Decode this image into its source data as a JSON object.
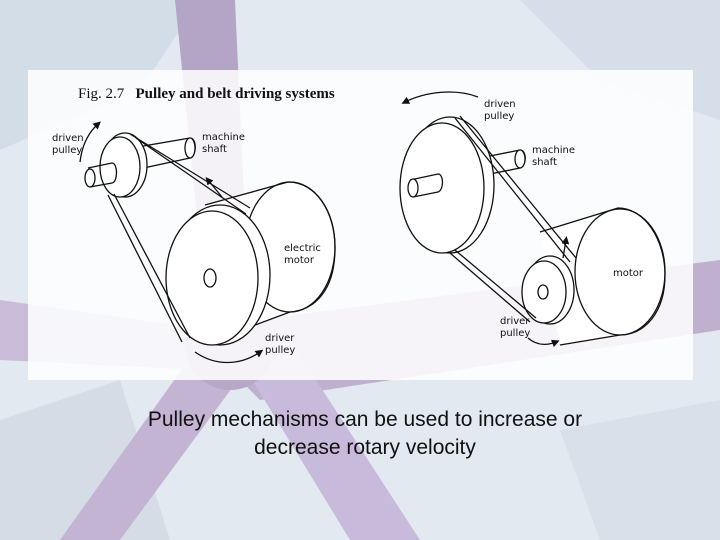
{
  "figure": {
    "number": "Fig. 2.7",
    "title": "Pulley and belt driving systems"
  },
  "left_system": {
    "driven_pulley": [
      "driven",
      "pulley"
    ],
    "machine_shaft": [
      "machine",
      "shaft"
    ],
    "electric_motor": [
      "electric",
      "motor"
    ],
    "driver_pulley": [
      "driver",
      "pulley"
    ]
  },
  "right_system": {
    "driven_pulley": [
      "driven",
      "pulley"
    ],
    "machine_shaft": [
      "machine",
      "shaft"
    ],
    "motor": "motor",
    "driver_pulley": [
      "driver",
      "pulley"
    ]
  },
  "caption": {
    "line1": "Pulley mechanisms can be used to increase or",
    "line2": "decrease rotary velocity"
  },
  "colors": {
    "starfish": "#8a6fa8",
    "background": "#dfe6ee"
  }
}
